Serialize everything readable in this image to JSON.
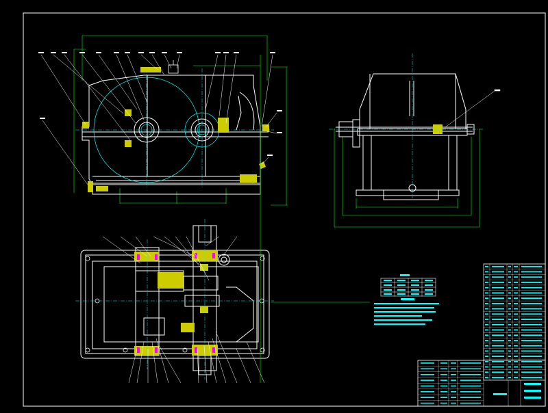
{
  "drawing": {
    "colors": {
      "background": "#000000",
      "outline": "#ffffff",
      "dimension": "#00ff00",
      "centerline": "#00ffff",
      "hatch": "#ffff00",
      "bearing": "#ff00ff",
      "note_text": "#00ffff",
      "table_text": "#00ffff"
    },
    "views": [
      {
        "name": "front-view"
      },
      {
        "name": "side-view"
      },
      {
        "name": "top-view"
      }
    ],
    "technical_characteristics_table": {
      "rows": 4,
      "cols": 4
    },
    "technical_requirements": {
      "lines": 6
    },
    "parts_list": {
      "rows": 22,
      "cols": 5
    },
    "title_block": {
      "rows": 8
    }
  }
}
